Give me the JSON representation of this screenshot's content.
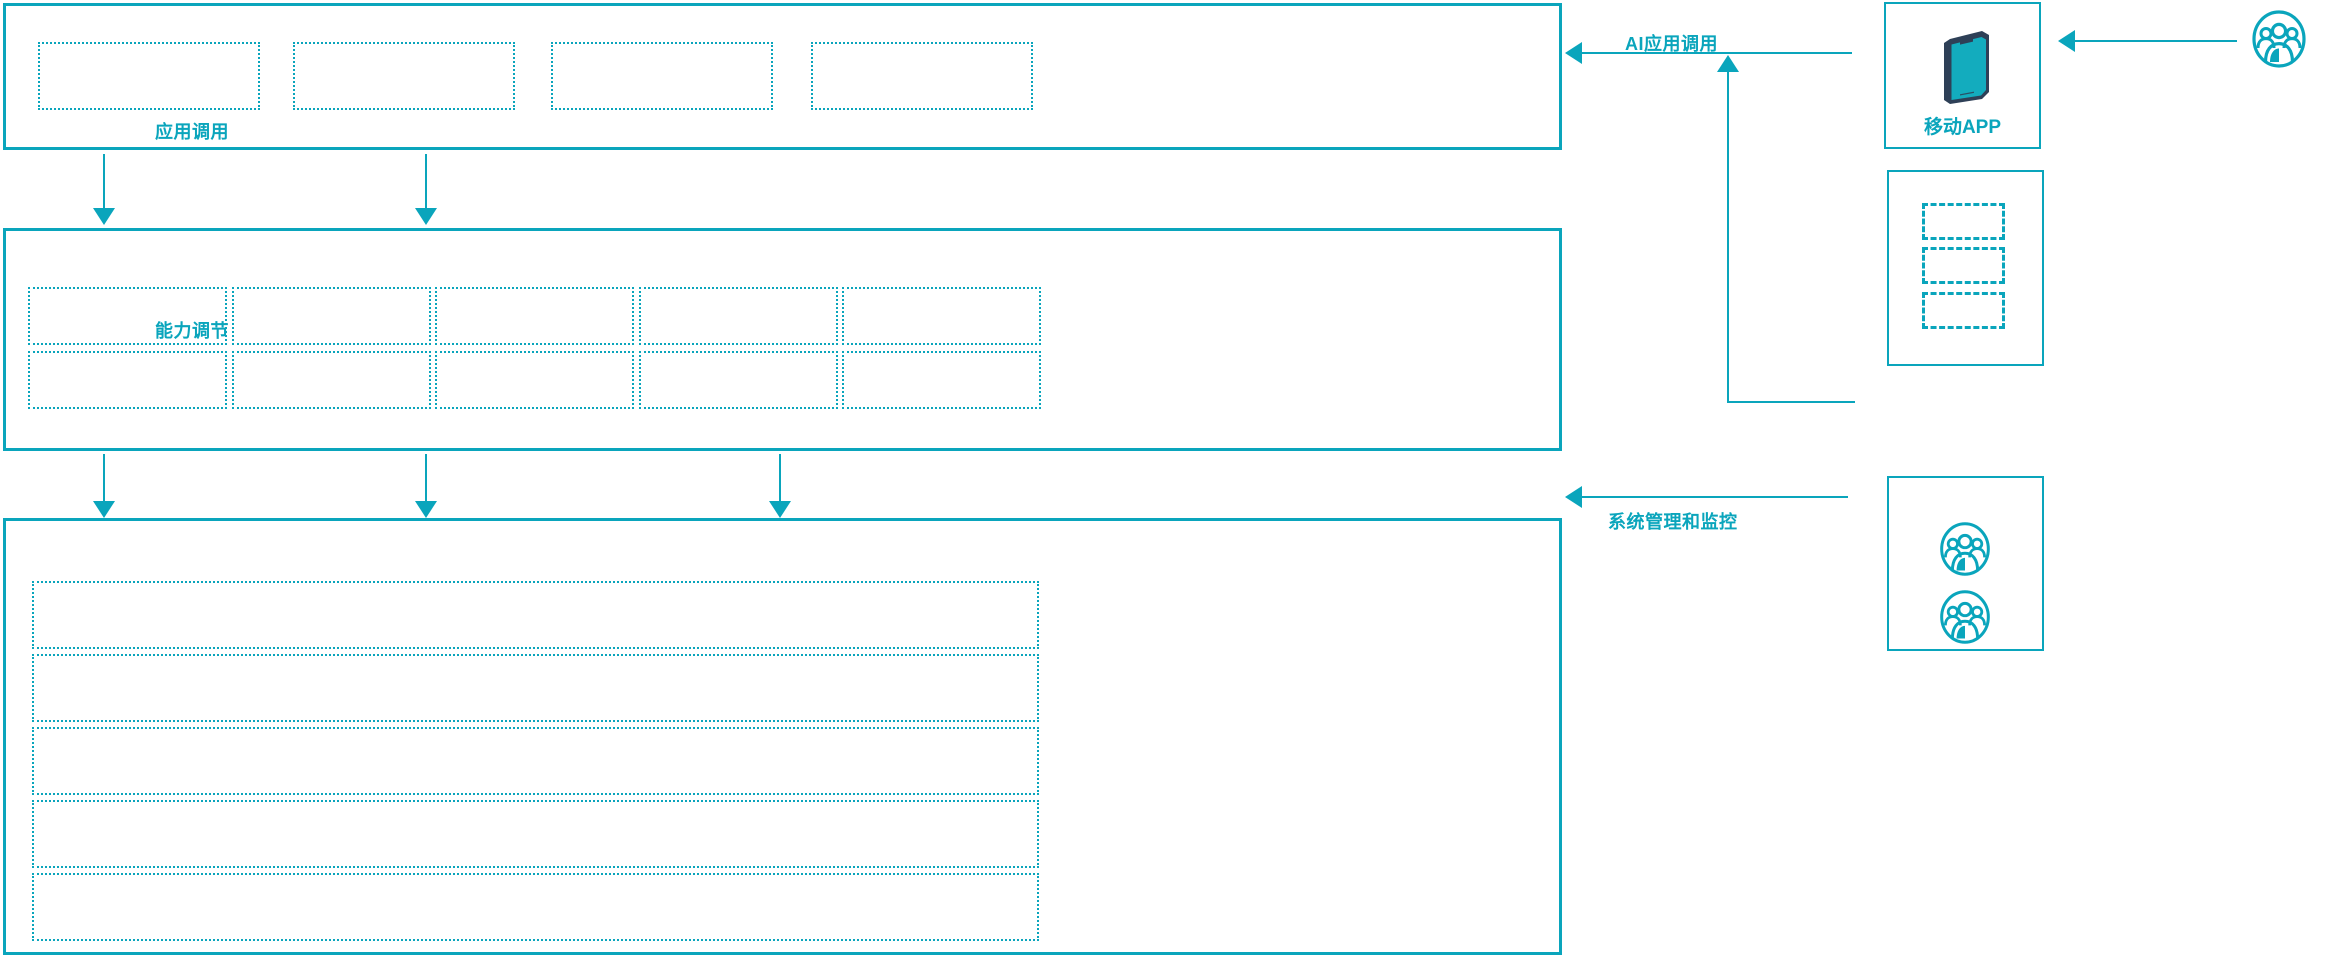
{
  "theme": {
    "accent": "#0AA5BC",
    "phone_frame": "#2E4057",
    "phone_screen": "#13ACBE",
    "background": "#FFFFFF"
  },
  "layers": {
    "application_layer": {
      "name": "application-layer",
      "slots": [
        {
          "label": ""
        },
        {
          "label": ""
        },
        {
          "label": ""
        },
        {
          "label": ""
        }
      ]
    },
    "capability_layer": {
      "name": "capability-layer",
      "columns": 5,
      "rows": 2,
      "slots": [
        {
          "label": ""
        },
        {
          "label": ""
        },
        {
          "label": ""
        },
        {
          "label": ""
        },
        {
          "label": ""
        },
        {
          "label": ""
        },
        {
          "label": ""
        },
        {
          "label": ""
        },
        {
          "label": ""
        },
        {
          "label": ""
        }
      ]
    },
    "platform_layer": {
      "name": "platform-layer",
      "rows": [
        {
          "label": ""
        },
        {
          "label": ""
        },
        {
          "label": ""
        },
        {
          "label": ""
        },
        {
          "label": ""
        }
      ]
    }
  },
  "flows": {
    "app_invoke": {
      "label": "应用调用",
      "icon": "arrow-down-icon"
    },
    "capability_invoke": {
      "label": "能力调节",
      "icon": "arrow-down-icon"
    },
    "ai_app_invoke": {
      "label": "AI应用调用",
      "icon": "arrow-left-icon"
    },
    "system_manage_monitor": {
      "label": "系统管理和监控",
      "icon": "arrow-left-icon"
    }
  },
  "right_panels": {
    "mobile_app": {
      "label": "移动APP",
      "icon": "smartphone-icon"
    },
    "module_stack": {
      "name": "module-stack",
      "slots": [
        {
          "label": ""
        },
        {
          "label": ""
        },
        {
          "label": ""
        }
      ]
    },
    "operations": {
      "name": "operations-panel",
      "icons": [
        "user-group-icon",
        "user-group-icon"
      ]
    },
    "end_user": {
      "name": "end-user",
      "icon": "user-group-icon"
    }
  }
}
